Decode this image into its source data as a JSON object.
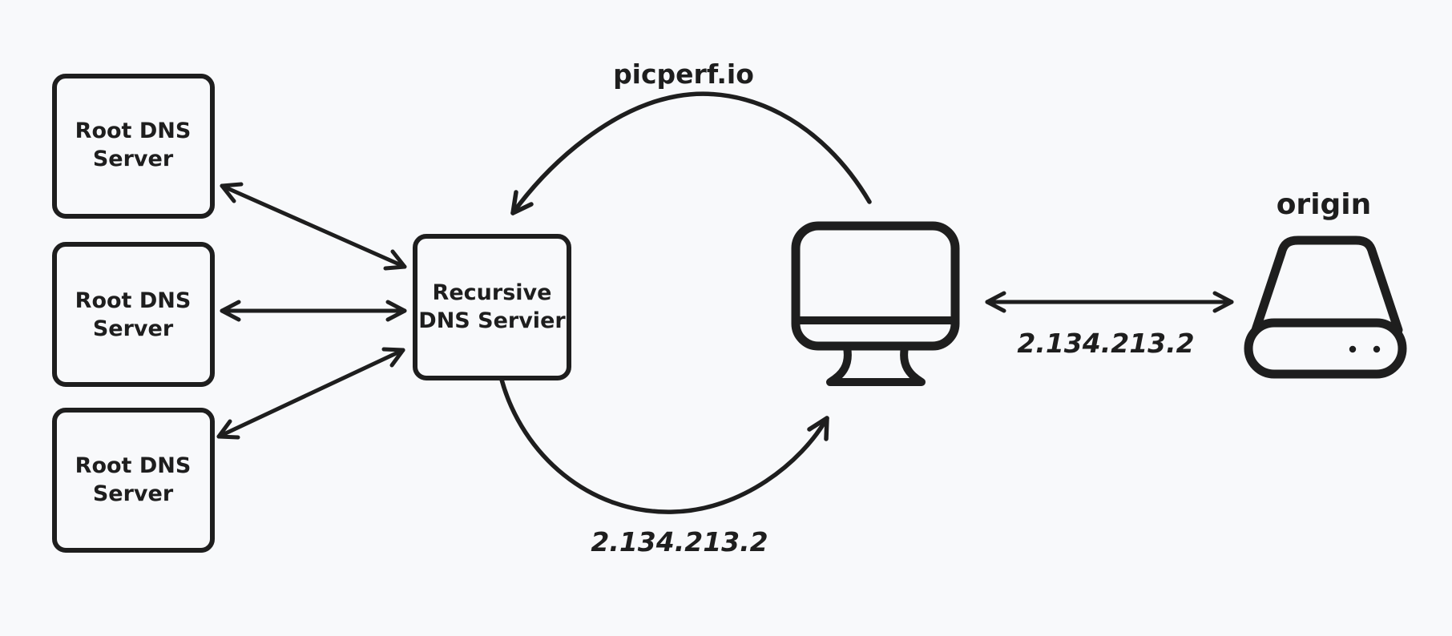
{
  "diagram": {
    "colors": {
      "background": "#f8f9fb",
      "ink": "#1e1e1e"
    },
    "nodes": {
      "root_dns_1": {
        "line1": "Root DNS",
        "line2": "Server"
      },
      "root_dns_2": {
        "line1": "Root DNS",
        "line2": "Server"
      },
      "root_dns_3": {
        "line1": "Root DNS",
        "line2": "Server"
      },
      "recursive_dns": {
        "line1": "Recursive",
        "line2": "DNS Servier"
      }
    },
    "labels": {
      "loop_top": "picperf.io",
      "loop_bottom": "2.134.213.2",
      "origin_title": "origin",
      "origin_link_ip": "2.134.213.2"
    }
  }
}
